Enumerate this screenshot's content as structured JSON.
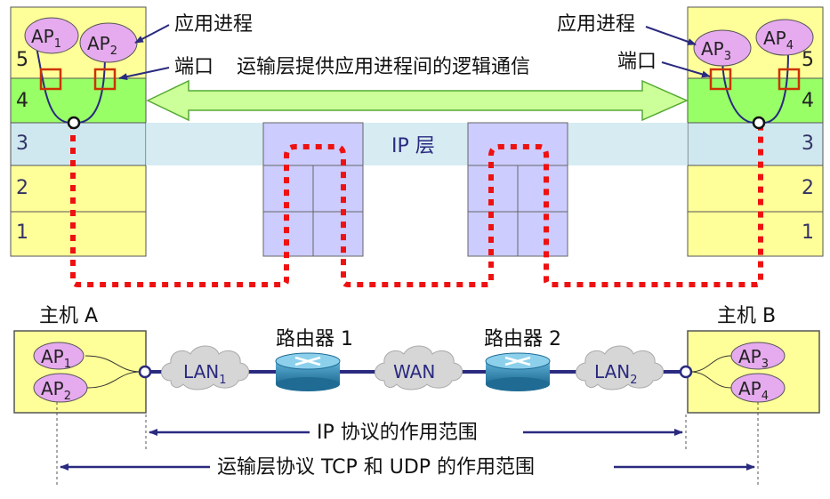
{
  "labels": {
    "app_process": "应用进程",
    "port": "端口",
    "logical_comm": "运输层提供应用进程间的逻辑通信",
    "ip_layer": "IP 层",
    "host_a": "主机 A",
    "host_b": "主机 B",
    "router_1": "路由器 1",
    "router_2": "路由器 2",
    "lan": "LAN",
    "wan": "WAN",
    "ip_scope": "IP 协议的作用范围",
    "transport_scope": "运输层协议 TCP 和 UDP 的作用范围"
  },
  "layers": [
    "5",
    "4",
    "3",
    "2",
    "1"
  ],
  "ap": {
    "base": "AP",
    "subs": [
      "1",
      "2",
      "3",
      "4"
    ]
  },
  "lan_subs": [
    "1",
    "2"
  ],
  "colors": {
    "stack_yellow": "#ffff99",
    "layer4_green": "#99ff66",
    "ip_band": "#cfe8f0",
    "router_box": "#ccccff",
    "arrow_green": "#ccff99",
    "ap_fill": "#e6aaee",
    "port_red": "#cc3300",
    "path_red": "#ee1111",
    "navy": "#2a2a80",
    "cloud": "#d6d6d6",
    "router_blue": "#2e7fa8"
  },
  "icons": [
    "router-icon",
    "cloud-icon"
  ]
}
